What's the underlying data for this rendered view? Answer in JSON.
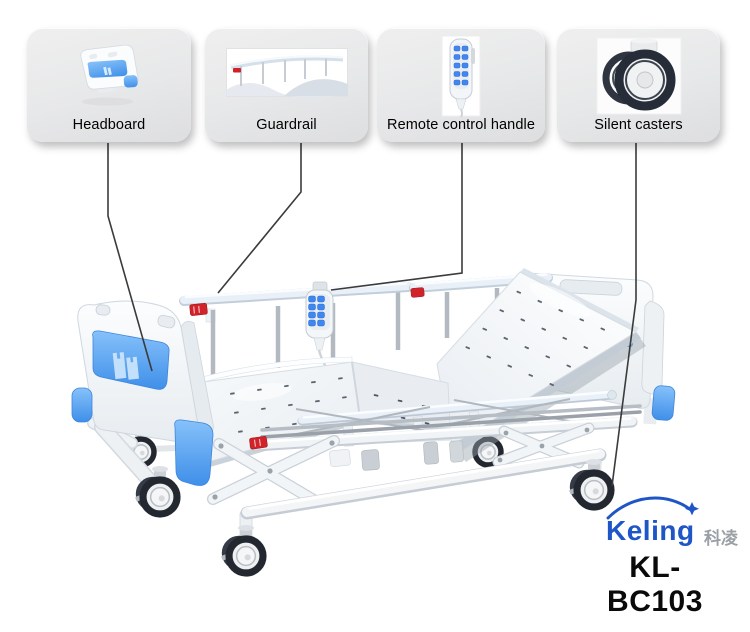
{
  "callouts": [
    {
      "label": "Headboard",
      "icon": "headboard-icon"
    },
    {
      "label": "Guardrail",
      "icon": "guardrail-icon"
    },
    {
      "label": "Remote control handle",
      "icon": "remote-control-icon"
    },
    {
      "label": "Silent casters",
      "icon": "caster-icon"
    }
  ],
  "brand": {
    "logo_text": "Keling",
    "logo_cn": "科凌",
    "model": "KL-BC103"
  },
  "colors": {
    "accent_blue": "#4d9df5",
    "logo_blue": "#1e55c7",
    "lock_red": "#d2232a",
    "caster_dark": "#262c38",
    "callout_bg": "#e8e9ea",
    "connector_line": "#3b3b3b"
  }
}
